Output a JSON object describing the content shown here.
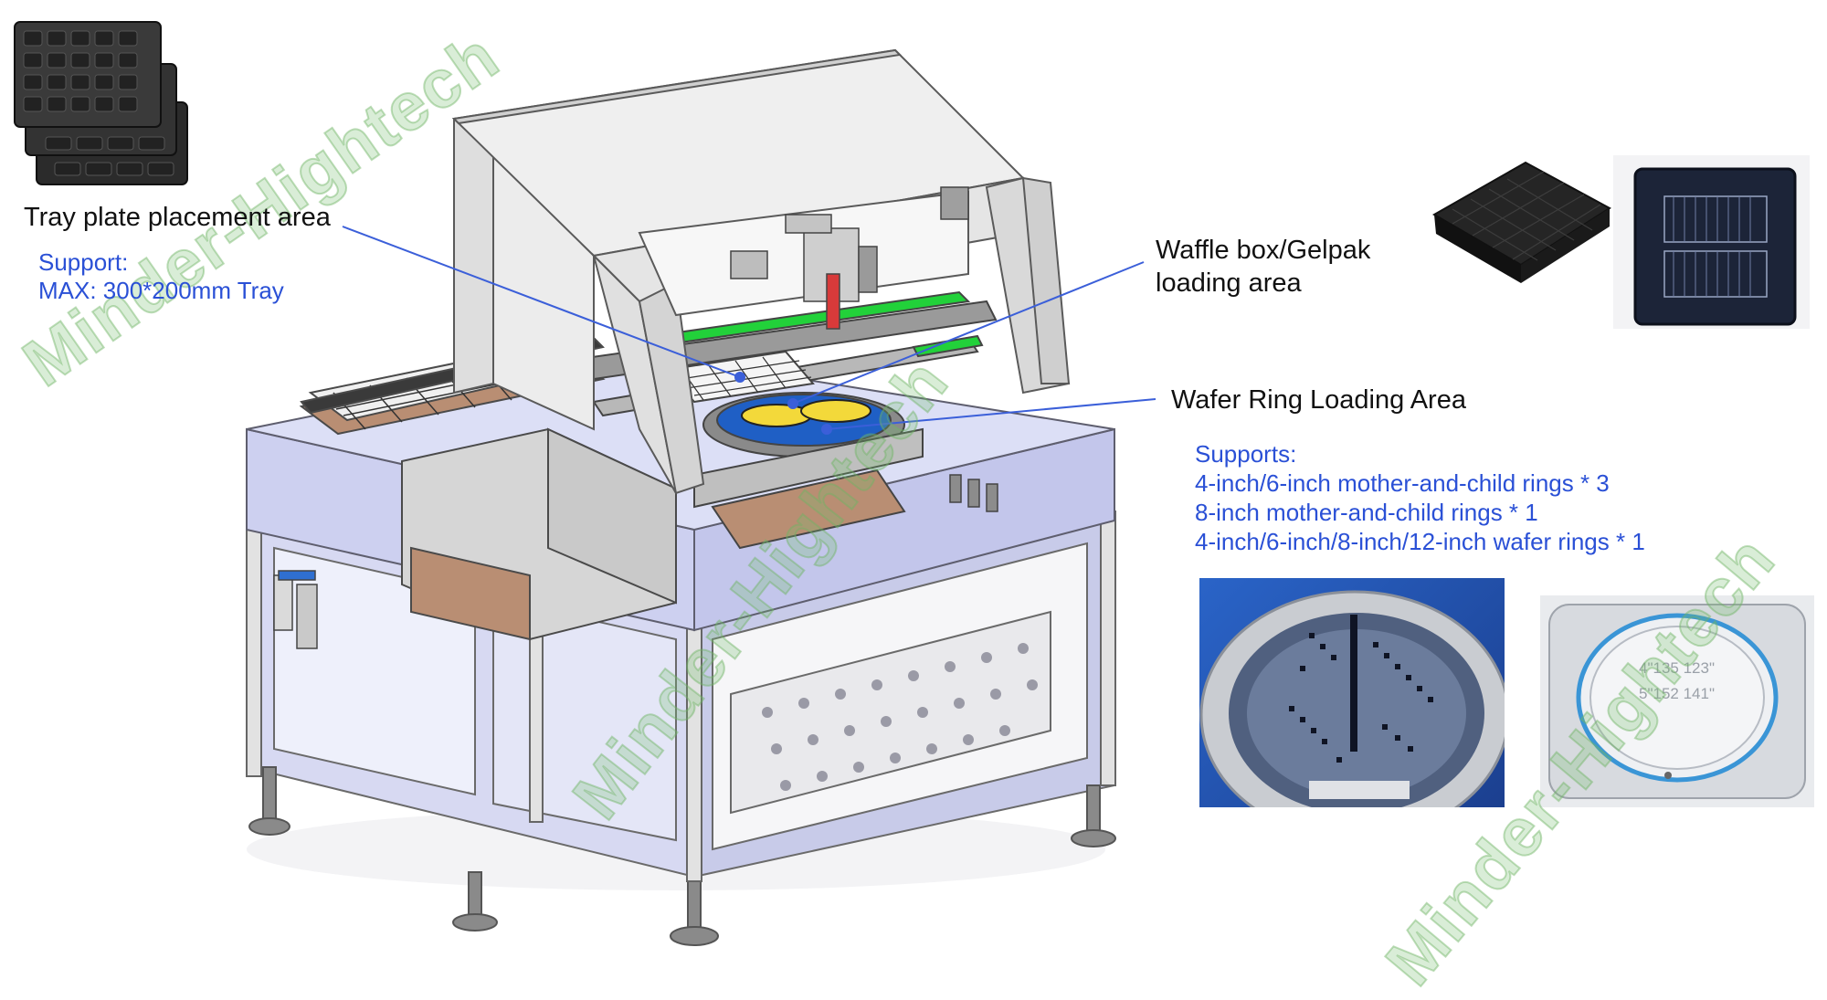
{
  "callouts": {
    "tray": {
      "title": "Tray plate placement area",
      "support_heading": "Support:",
      "support_lines": [
        "MAX: 300*200mm Tray"
      ]
    },
    "waffle": {
      "title_line1": "Waffle box/Gelpak",
      "title_line2": "loading area"
    },
    "wafer": {
      "title": "Wafer Ring Loading Area",
      "support_heading": "Supports:",
      "support_lines": [
        "4-inch/6-inch mother-and-child rings * 3",
        "8-inch mother-and-child rings * 1",
        "4-inch/6-inch/8-inch/12-inch wafer rings * 1"
      ]
    }
  },
  "photo_text": {
    "ring_box_line1": "4\"135 123\"",
    "ring_box_line2": "5\"152 141\""
  },
  "watermark_text": "Minder-Hightech",
  "colors": {
    "label_blue": "#2a50d6",
    "leader_line": "#3b5fd9",
    "machine_base": "#cdd0f0",
    "machine_frame": "#e6e6e6",
    "rail_green": "#22d13a",
    "watermark": "#7fc06e"
  }
}
